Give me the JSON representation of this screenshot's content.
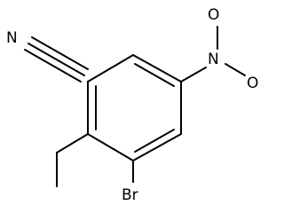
{
  "molecule": {
    "atoms": {
      "nitrile_n": "N",
      "nitro_n": "N",
      "nitro_o1": "O",
      "nitro_o2": "O",
      "bromine": "Br"
    },
    "colors": {
      "bond": "#000000",
      "label": "#000000",
      "background": "#ffffff"
    }
  }
}
